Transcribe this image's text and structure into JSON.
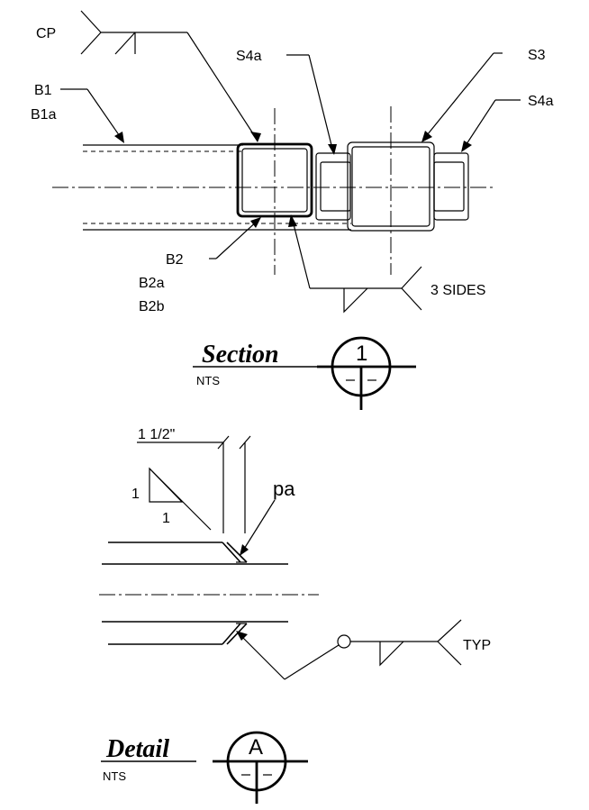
{
  "section": {
    "labels": {
      "cp": "CP",
      "b1": "B1",
      "b1a": "B1a",
      "s4a_left": "S4a",
      "s3": "S3",
      "s4a_right": "S4a",
      "b2": "B2",
      "b2a": "B2a",
      "b2b": "B2b",
      "three_sides": "3 SIDES"
    },
    "title": "Section",
    "scale": "NTS",
    "bubble_number": "1",
    "bubble_sheet": "–|–"
  },
  "detail": {
    "dimension": "1 1/2\"",
    "slope_rise": "1",
    "slope_run": "1",
    "weld_label": "pa",
    "typ": "TYP",
    "title": "Detail",
    "scale": "NTS",
    "bubble_letter": "A",
    "bubble_sheet": "–|–"
  }
}
